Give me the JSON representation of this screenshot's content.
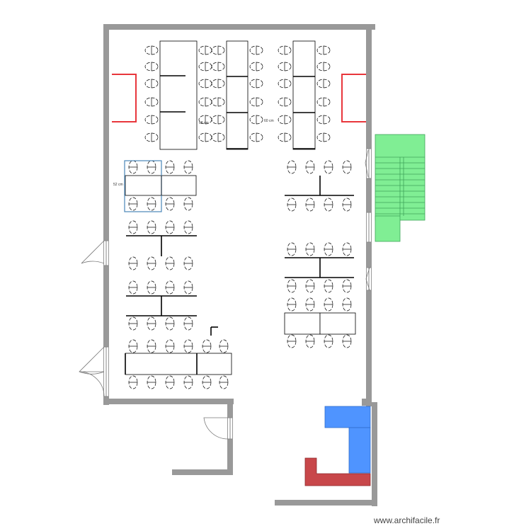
{
  "labels": {
    "dim_68": "68 cm",
    "dim_60": "60 cm",
    "dim_52": "52 cm"
  },
  "watermark": "www.archifacile.fr",
  "colors": {
    "wall": "#999999",
    "stairs": "#80ee94",
    "stairs_stroke": "#3fa55a",
    "counter_blue": "#4f94ff",
    "counter_red": "#c8474a",
    "radiator": "#e8363c",
    "selection": "#4a86b8",
    "table": "#000000",
    "chair": "#000000"
  }
}
